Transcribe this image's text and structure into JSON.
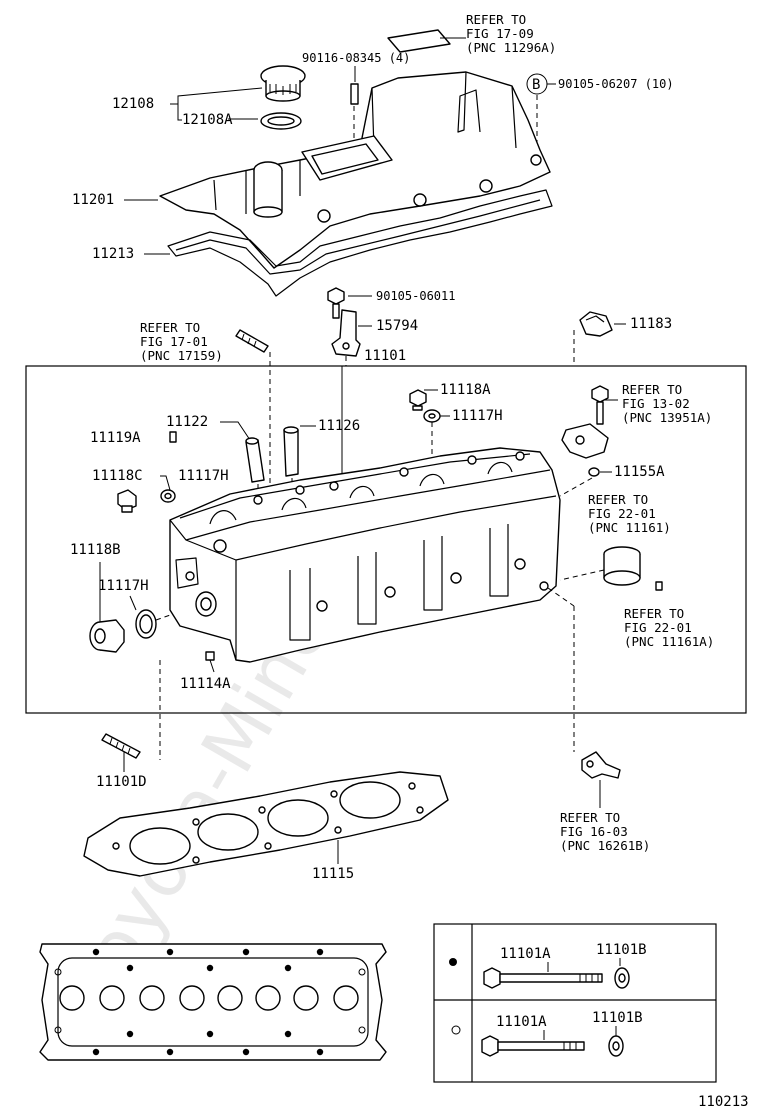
{
  "watermark": "Toyota-Mine.ru",
  "figure_number": "110213",
  "labels": {
    "cover_refer": {
      "l1": "REFER TO",
      "l2": "FIG 17-09",
      "l3": "(PNC 11296A)"
    },
    "bolt_90116": "90116-08345 (4)",
    "b_marker": "B",
    "bolt_90105_06207": "90105-06207 (10)",
    "p12108": "12108",
    "p12108a": "12108A",
    "p11201": "11201",
    "p11213": "11213",
    "bolt_90105_06011": "90105-06011",
    "p15794": "15794",
    "p11183": "11183",
    "refer_17_01": {
      "l1": "REFER TO",
      "l2": "FIG 17-01",
      "l3": "(PNC 17159)"
    },
    "p11101": "11101",
    "p11118a": "11118A",
    "p11117h_top": "11117H",
    "refer_13_02": {
      "l1": "REFER TO",
      "l2": "FIG 13-02",
      "l3": "(PNC 13951A)"
    },
    "p11122": "11122",
    "p11126": "11126",
    "p11119a": "11119A",
    "p11155a": "11155A",
    "p11118c": "11118C",
    "p11117h_mid": "11117H",
    "refer_22_01_a": {
      "l1": "REFER TO",
      "l2": "FIG 22-01",
      "l3": "(PNC 11161)"
    },
    "p11118b": "11118B",
    "p11117h_low": "11117H",
    "refer_22_01_b": {
      "l1": "REFER TO",
      "l2": "FIG 22-01",
      "l3": "(PNC 11161A)"
    },
    "p11114a": "11114A",
    "p11101d": "11101D",
    "refer_16_03": {
      "l1": "REFER TO",
      "l2": "FIG 16-03",
      "l3": "(PNC 16261B)"
    },
    "p11115": "11115"
  },
  "legend_table": {
    "rows": [
      {
        "marker": "filled-dot",
        "bolt": "11101A",
        "washer": "11101B"
      },
      {
        "marker": "hollow-dot",
        "bolt": "11101A",
        "washer": "11101B"
      }
    ]
  }
}
